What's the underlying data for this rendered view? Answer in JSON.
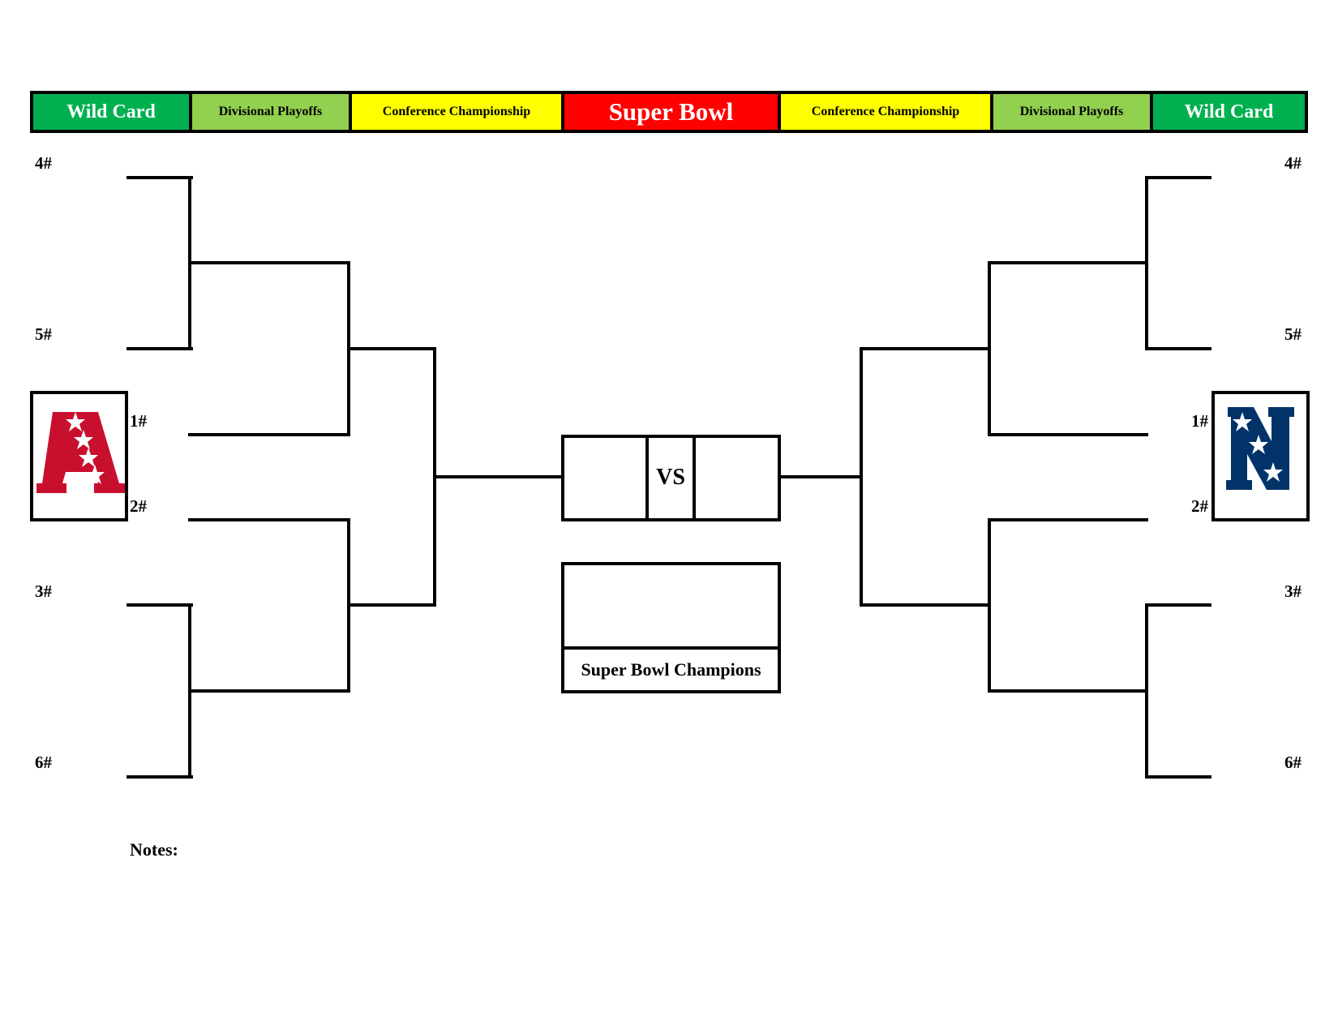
{
  "header": {
    "wild_card_left": "Wild Card",
    "divisional_left": "Divisional Playoffs",
    "conference_left": "Conference Championship",
    "super_bowl": "Super Bowl",
    "conference_right": "Conference Championship",
    "divisional_right": "Divisional Playoffs",
    "wild_card_right": "Wild Card"
  },
  "colors": {
    "wild_card": "#00b050",
    "divisional": "#92d050",
    "conference": "#ffff00",
    "super_bowl": "#ff0000",
    "afc_logo": "#c8102e",
    "nfc_logo": "#013369"
  },
  "left_bracket": {
    "seeds": [
      "4#",
      "5#",
      "1#",
      "2#",
      "3#",
      "6#"
    ],
    "logo": "afc-logo-icon"
  },
  "right_bracket": {
    "seeds": [
      "4#",
      "5#",
      "1#",
      "2#",
      "3#",
      "6#"
    ],
    "logo": "nfc-logo-icon"
  },
  "center": {
    "vs": "VS",
    "champions_label": "Super Bowl Champions"
  },
  "notes": {
    "label": "Notes:"
  }
}
